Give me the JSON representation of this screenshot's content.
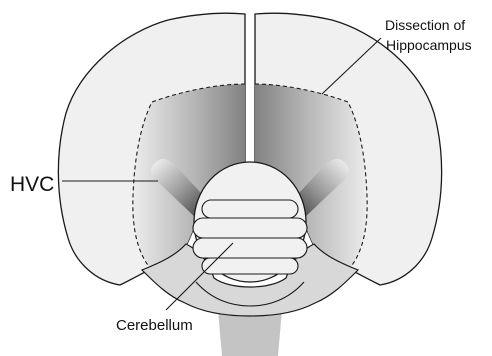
{
  "labels": {
    "hippocampus_line1": "Dissection of",
    "hippocampus_line2": "Hippocampus",
    "hvc": "HVC",
    "cerebellum": "Cerebellum"
  },
  "colors": {
    "hemisphere_fill": "#f0f0f0",
    "outline": "#1a1a1a",
    "dissection_dark": "#858585",
    "dissection_light": "#ececec",
    "brainstem": "#c4c4c4",
    "peduncle": "#d8d8d8",
    "cerebellum": "#f1f1f1"
  }
}
